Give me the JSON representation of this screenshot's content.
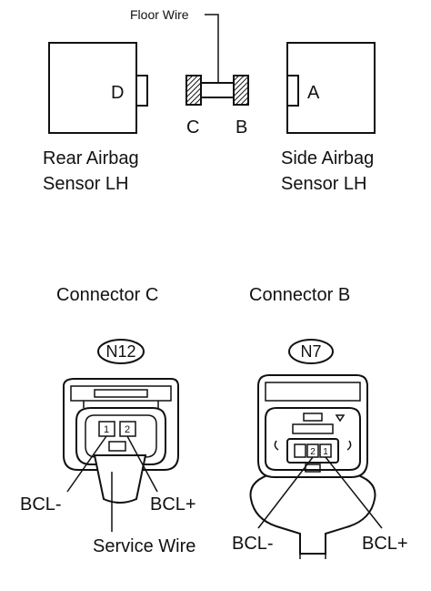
{
  "floor_wire": {
    "label": "Floor Wire",
    "left_end_label": "C",
    "right_end_label": "B"
  },
  "rear_sensor": {
    "connector_letter": "D",
    "name_line1": "Rear Airbag",
    "name_line2": "Sensor LH"
  },
  "side_sensor": {
    "connector_letter": "A",
    "name_line1": "Side Airbag",
    "name_line2": "Sensor LH"
  },
  "connector_c": {
    "title": "Connector C",
    "code": "N12",
    "pin1": "1",
    "pin2": "2",
    "left_terminal": "BCL-",
    "right_terminal": "BCL+",
    "service_wire": "Service Wire"
  },
  "connector_b": {
    "title": "Connector B",
    "code": "N7",
    "pin_a": "2",
    "pin_b": "1",
    "left_terminal": "BCL-",
    "right_terminal": "BCL+"
  }
}
